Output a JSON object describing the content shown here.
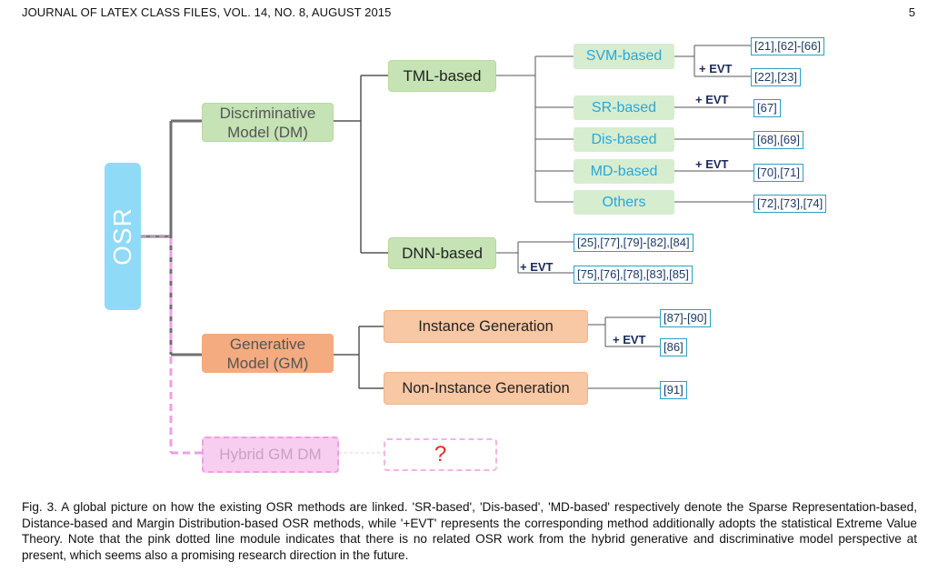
{
  "header": {
    "title": "JOURNAL OF LATEX CLASS FILES, VOL. 14, NO. 8, AUGUST 2015",
    "page": "5"
  },
  "diagram": {
    "root": "OSR",
    "dm": "Discriminative Model (DM)",
    "gm": "Generative Model (GM)",
    "hybrid": "Hybrid GM DM",
    "question": "?",
    "tml": "TML-based",
    "dnn": "DNN-based",
    "svm": "SVM-based",
    "sr": "SR-based",
    "dis": "Dis-based",
    "md": "MD-based",
    "others": "Others",
    "instance": "Instance Generation",
    "noninstance": "Non-Instance Generation",
    "evt_label": "+ EVT",
    "refs": {
      "svm": "[21],[62]-[66]",
      "svm_evt": "[22],[23]",
      "sr": "[67]",
      "dis": "[68],[69]",
      "md": "[70],[71]",
      "others": "[72],[73],[74]",
      "dnn": "[25],[77],[79]-[82],[84]",
      "dnn_evt": "[75],[76],[78],[83],[85]",
      "instance": "[87]-[90]",
      "instance_evt": "[86]",
      "noninstance": "[91]"
    }
  },
  "caption": "Fig. 3. A global picture on how the existing OSR methods are linked. 'SR-based', 'Dis-based', 'MD-based' respectively denote the Sparse Representation-based, Distance-based and Margin Distribution-based OSR methods, while '+EVT' represents the corresponding method additionally adopts the statistical Extreme Value Theory. Note that the pink dotted line module indicates that there is no related OSR work from the hybrid generative and discriminative model perspective at present, which seems also a promising research direction in the future.",
  "colors": {
    "green": "#c5e3b4",
    "orange": "#f8c7a3",
    "blue": "#8fdaf6",
    "pink": "#f7cdf0",
    "ref_border": "#2aa0c4"
  }
}
